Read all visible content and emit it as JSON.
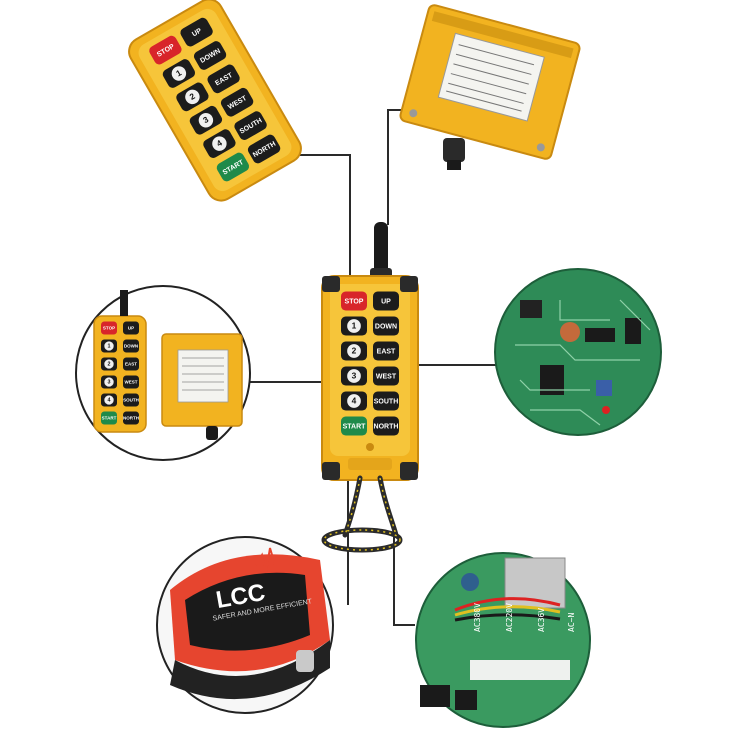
{
  "remote": {
    "left_column": [
      "STOP",
      "1",
      "2",
      "3",
      "4",
      "START"
    ],
    "right_column": [
      "UP",
      "DOWN",
      "EAST",
      "WEST",
      "SOUTH",
      "NORTH"
    ]
  },
  "brand": {
    "logo": "LCC",
    "tagline": "SAFER AND MORE EFFICIENT"
  },
  "pcb_labels": {
    "ac220v": "AC220V",
    "ac380v": "AC380V",
    "ac36v": "AC36V",
    "acn": "AC~N"
  },
  "colors": {
    "housing": "#f2b320",
    "housing_dark": "#d18f10",
    "button": "#1c1c1c",
    "stop_button": "#d8252a",
    "start_button": "#1f8a4a",
    "pcb_green": "#2e8b57",
    "connector_line": "#2a2a2a",
    "lcc_red": "#e6452f"
  }
}
